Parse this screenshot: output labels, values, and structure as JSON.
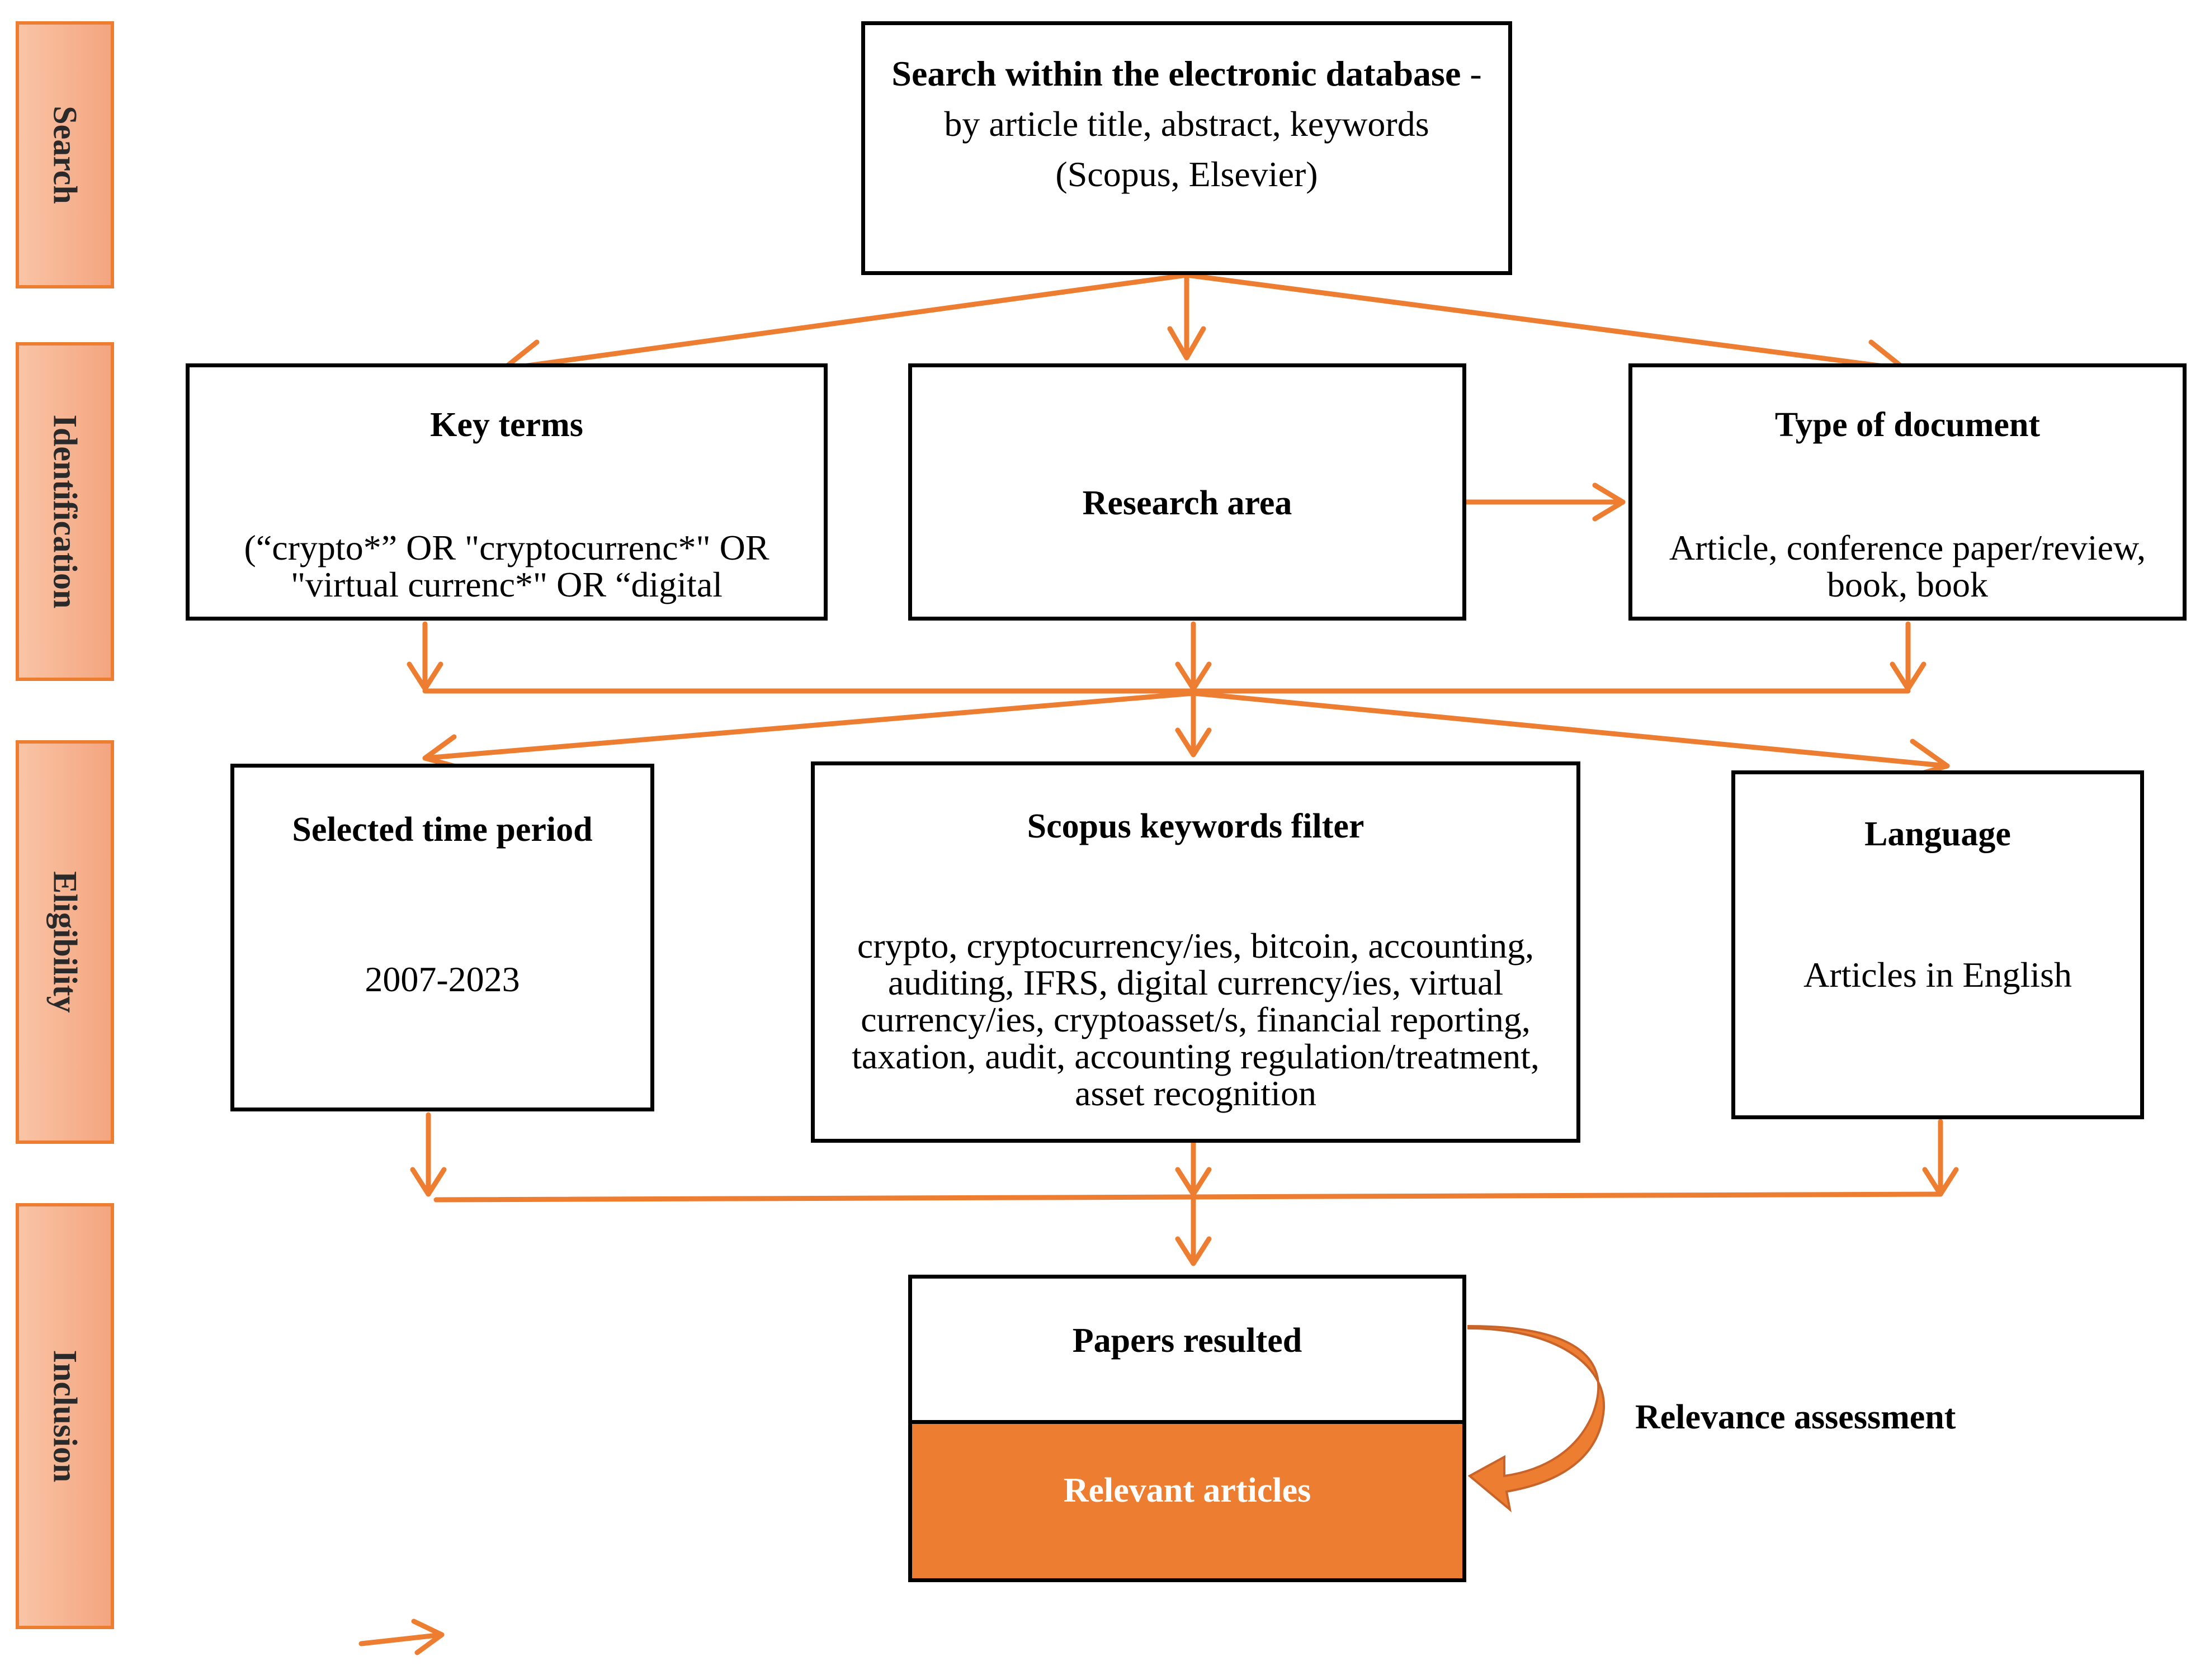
{
  "colors": {
    "accent": "#ed7d31",
    "phase_fill_light": "#f9c4a6",
    "phase_fill_dark": "#f4a57f",
    "box_border": "#000000",
    "relevant_fill": "#ed7d31"
  },
  "phases": {
    "search": "Search",
    "identification": "Identification",
    "eligibility": "Eligibility",
    "inclusion": "Inclusion"
  },
  "search_box": {
    "title": "Search within the electronic database",
    "separator": " - ",
    "text": "by article title, abstract, keywords (Scopus, Elsevier)"
  },
  "identification": {
    "key_terms": {
      "title": "Key terms",
      "text": "(“crypto*” OR \"cryptocurrenc*\" OR \"virtual currenc*\" OR “digital"
    },
    "research_area": {
      "title": "Research area"
    },
    "type_of_document": {
      "title": "Type of document",
      "text": "Article, conference paper/review, book, book"
    }
  },
  "eligibility": {
    "time_period": {
      "title": "Selected time period",
      "text": "2007-2023"
    },
    "scopus_filter": {
      "title": "Scopus keywords filter",
      "text": "crypto, cryptocurrency/ies, bitcoin, accounting, auditing, IFRS, digital currency/ies, virtual currency/ies, cryptoasset/s, financial reporting, taxation, audit, accounting regulation/treatment, asset recognition"
    },
    "language": {
      "title": "Language",
      "text": "Articles in English"
    }
  },
  "inclusion": {
    "papers_resulted": "Papers resulted",
    "relevant_articles": "Relevant articles",
    "relevance_assessment": "Relevance assessment"
  }
}
